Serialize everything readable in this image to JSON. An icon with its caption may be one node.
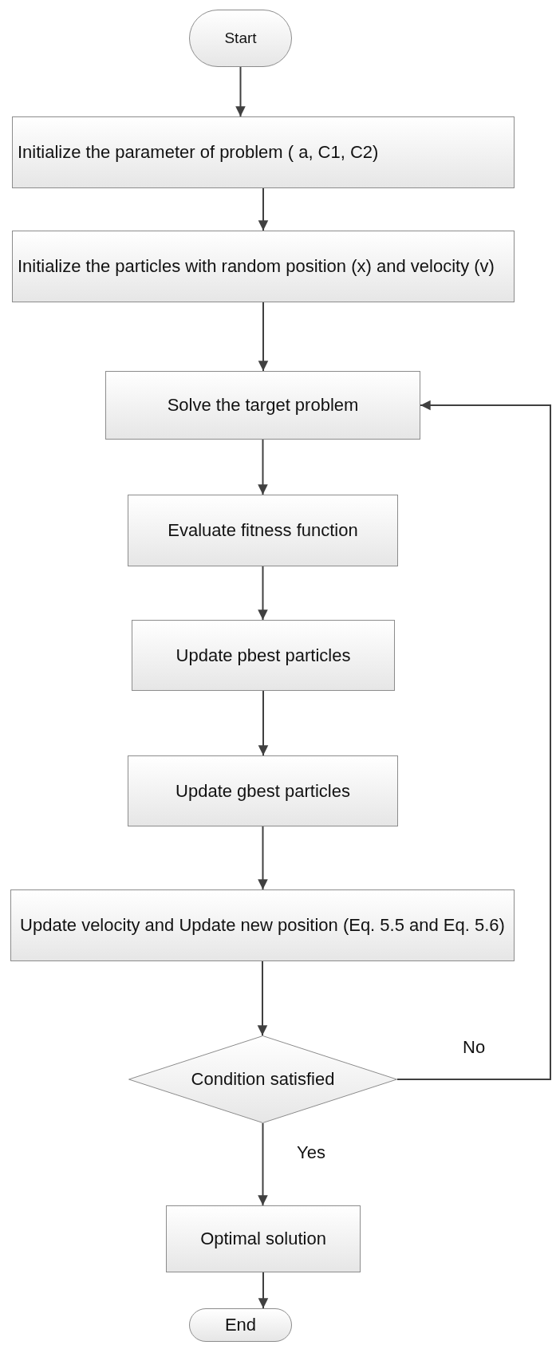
{
  "diagram": {
    "nodes": [
      {
        "text": [
          "Start"
        ]
      },
      {
        "text": [
          "Initialize the parameter of problem  ( a, C1, C2)"
        ]
      },
      {
        "text": [
          "Initialize the particles  with random position (x) and velocity (v)"
        ]
      },
      {
        "text": [
          "Solve the target problem"
        ]
      },
      {
        "text": [
          "Evaluate fitness function"
        ]
      },
      {
        "text": [
          "Update pbest particles"
        ]
      },
      {
        "text": [
          "Update gbest particles"
        ]
      },
      {
        "text": [
          "Update velocity and Update new position (Eq. 5.5 and Eq. 5.6)"
        ]
      },
      {
        "text": [
          "Condition satisfied"
        ]
      },
      {
        "text": [
          "Optimal solution"
        ]
      },
      {
        "text": [
          "End"
        ]
      }
    ],
    "edges": [
      {
        "from": 0,
        "to": 1,
        "arrow": "to"
      },
      {
        "from": 1,
        "to": 2,
        "arrow": "to"
      },
      {
        "from": 2,
        "to": 3,
        "arrow": "to"
      },
      {
        "from": 3,
        "to": 4,
        "arrow": "to"
      },
      {
        "from": 4,
        "to": 5,
        "arrow": "to"
      },
      {
        "from": 5,
        "to": 6,
        "arrow": "to"
      },
      {
        "from": 6,
        "to": 7,
        "arrow": "to"
      },
      {
        "from": 7,
        "to": 8,
        "arrow": "to"
      },
      {
        "from": 8,
        "to": 3,
        "arrow": "to",
        "label": "No"
      },
      {
        "from": 8,
        "to": 9,
        "arrow": "to",
        "label": "Yes"
      },
      {
        "from": 9,
        "to": 10,
        "arrow": "to"
      }
    ]
  }
}
